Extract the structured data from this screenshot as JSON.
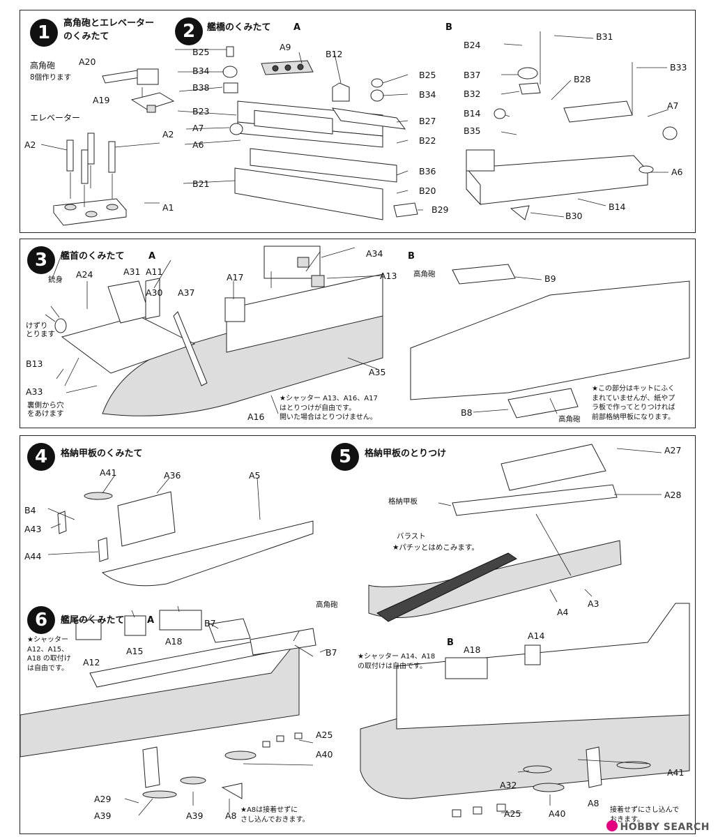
{
  "step1": {
    "num": "1",
    "title_l1": "高角砲とエレベーター",
    "title_l2": "のくみたて",
    "gun_label": "高角砲",
    "gun_qty": "8個作ります",
    "elevator_label": "エレベーター",
    "parts": {
      "a20": "A20",
      "a19": "A19",
      "a2": "A2",
      "a2b": "A2",
      "a1": "A1"
    }
  },
  "step2": {
    "num": "2",
    "title": "艦橋のくみたて",
    "sub_a": "A",
    "sub_b": "B",
    "parts": {
      "b25": "B25",
      "a9": "A9",
      "b12": "B12",
      "b34": "B34",
      "b38": "B38",
      "b23": "B23",
      "a7": "A7",
      "a6": "A6",
      "b21": "B21",
      "b25r": "B25",
      "b34r": "B34",
      "b27": "B27",
      "b22": "B22",
      "b36": "B36",
      "b20": "B20",
      "b29": "B29",
      "b24": "B24",
      "b31": "B31",
      "b37": "B37",
      "b33": "B33",
      "b28": "B28",
      "b32": "B32",
      "b14": "B14",
      "b35": "B35",
      "a7b": "A7",
      "a6b": "A6",
      "b14b": "B14",
      "b30": "B30"
    }
  },
  "step3": {
    "num": "3",
    "title": "艦首のくみたて",
    "sub_a": "A",
    "sub_b": "B",
    "barrel": "銃身",
    "scrape": "けずり\nとります",
    "hole": "裏側から穴\nをあけます",
    "shutter": "★シャッター A13、A16、A17\nはとりつけが自由です。\n開いた場合はとりつけません。",
    "gun": "高角砲",
    "gun2": "高角砲",
    "kit_note": "★この部分はキットにふく\nまれていませんが、紙やプ\nラ板で作ってとりつければ\n前部格納甲板になります。",
    "parts": {
      "a34": "A34",
      "a24": "A24",
      "a31": "A31",
      "a11": "A11",
      "a13": "A13",
      "a30": "A30",
      "a37": "A37",
      "a17": "A17",
      "b13": "B13",
      "a35": "A35",
      "a33": "A33",
      "a16": "A16",
      "b9": "B9",
      "b8": "B8"
    }
  },
  "step4": {
    "num": "4",
    "title": "格納甲板のくみたて",
    "parts": {
      "a41": "A41",
      "a36": "A36",
      "a5": "A5",
      "b4": "B4",
      "a43": "A43",
      "a44": "A44"
    }
  },
  "step5": {
    "num": "5",
    "title": "格納甲板のとりつけ",
    "deck": "格納甲板",
    "ballast": "バラスト",
    "snap": "★パチッとはめこみます。",
    "parts": {
      "a27": "A27",
      "a28": "A28",
      "a4": "A4",
      "a3": "A3"
    }
  },
  "step6": {
    "num": "6",
    "title": "艦尾のくみたて",
    "sub_a": "A",
    "sub_b": "B",
    "shutter_a": "★シャッター\nA12、A15、\nA18 の取付け\nは自由です。",
    "shutter_b": "★シャッター A14、A18\nの取付けは自由です。",
    "gun": "高角砲",
    "note_a8": "★A8は接着せずに\nさし込んでおきます。",
    "note_b": "接着せずにさし込んで\nおきます。",
    "parts": {
      "a12": "A12",
      "a15": "A15",
      "a18": "A18",
      "b7": "B7",
      "b7b": "B7",
      "a25": "A25",
      "a40": "A40",
      "a29": "A29",
      "a39": "A39",
      "a39b": "A39",
      "a8": "A8",
      "a18b": "A18",
      "a14": "A14",
      "a41": "A41",
      "a32": "A32",
      "a25b": "A25",
      "a40b": "A40",
      "a8b": "A8"
    }
  },
  "watermark": "HOBBY SEARCH"
}
